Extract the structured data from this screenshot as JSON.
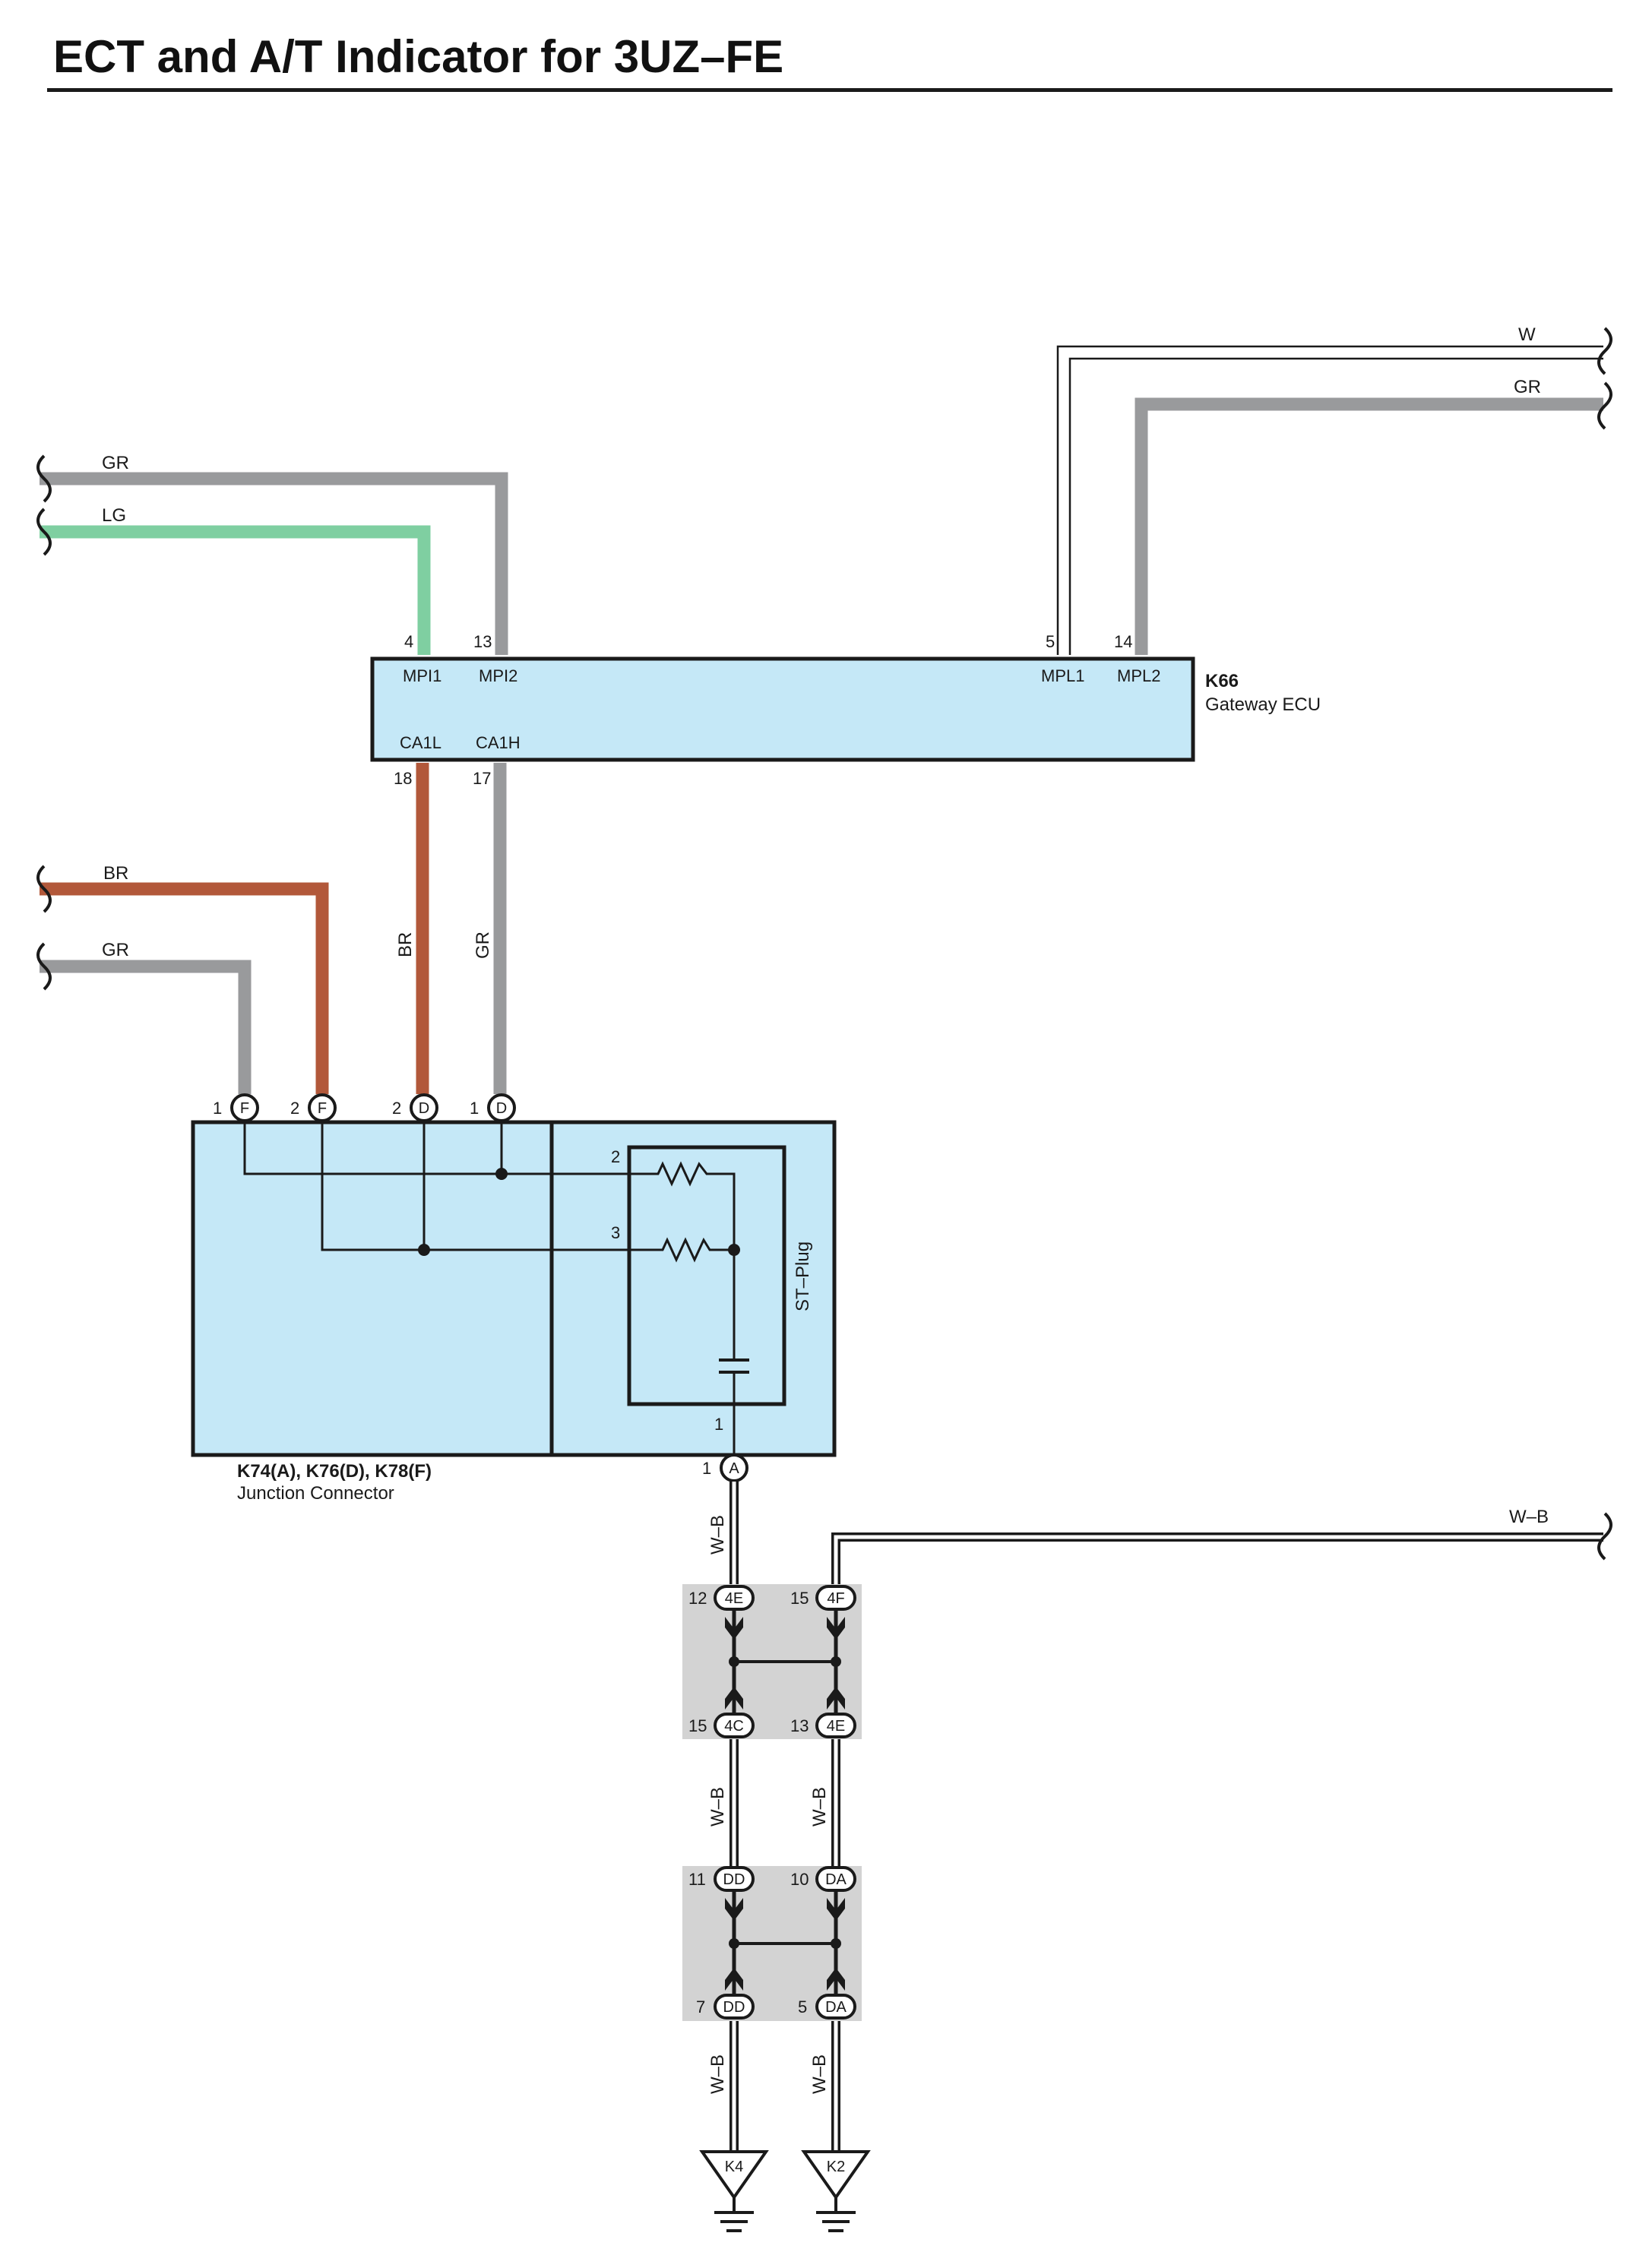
{
  "title": "ECT and A/T Indicator for 3UZ–FE",
  "colors": {
    "GR": "#999a9c",
    "LG": "#7fcfa1",
    "BR": "#b2583a",
    "W": "#ffffff",
    "W-B": "#1a1a1a",
    "component_fill": "#c5e8f7",
    "junction_fill": "#d3d3d3"
  },
  "gateway_ecu": {
    "code": "K66",
    "name": "Gateway ECU",
    "pins": [
      {
        "num": "4",
        "name": "MPI1"
      },
      {
        "num": "13",
        "name": "MPI2"
      },
      {
        "num": "5",
        "name": "MPL1"
      },
      {
        "num": "14",
        "name": "MPL2"
      },
      {
        "num": "18",
        "name": "CA1L"
      },
      {
        "num": "17",
        "name": "CA1H"
      }
    ]
  },
  "junction_connector": {
    "code": "K74(A), K76(D), K78(F)",
    "name": "Junction Connector",
    "terminals": [
      {
        "num": "1",
        "letter": "F"
      },
      {
        "num": "2",
        "letter": "F"
      },
      {
        "num": "2",
        "letter": "D"
      },
      {
        "num": "1",
        "letter": "D"
      },
      {
        "num": "1",
        "letter": "A"
      }
    ]
  },
  "st_plug": {
    "name": "ST–Plug",
    "pins": [
      "2",
      "3",
      "1"
    ]
  },
  "wires": {
    "left_gr_top": "GR",
    "left_lg": "LG",
    "right_w": "W",
    "right_gr": "GR",
    "left_br": "BR",
    "left_gr_bottom": "GR",
    "vert_br": "BR",
    "vert_gr": "GR",
    "right_wb": "W–B",
    "wb_a": "W–B",
    "wb_b": "W–B",
    "wb_c": "W–B",
    "wb_d": "W–B",
    "wb_e": "W–B"
  },
  "junction_blocks": [
    {
      "top_left": {
        "num": "12",
        "code": "4E"
      },
      "top_right": {
        "num": "15",
        "code": "4F"
      },
      "bottom_left": {
        "num": "15",
        "code": "4C"
      },
      "bottom_right": {
        "num": "13",
        "code": "4E"
      }
    },
    {
      "top_left": {
        "num": "11",
        "code": "DD"
      },
      "top_right": {
        "num": "10",
        "code": "DA"
      },
      "bottom_left": {
        "num": "7",
        "code": "DD"
      },
      "bottom_right": {
        "num": "5",
        "code": "DA"
      }
    }
  ],
  "grounds": [
    "K4",
    "K2"
  ]
}
